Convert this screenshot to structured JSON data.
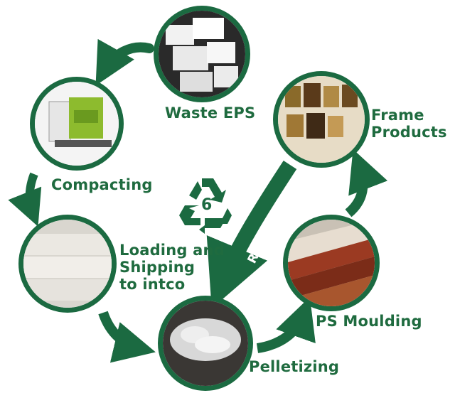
{
  "colors": {
    "primary_green": "#1b6a41",
    "text_green": "#1f6b3f",
    "background": "#ffffff"
  },
  "steps": {
    "waste_eps": "Waste EPS",
    "compacting": "Compacting",
    "loading_line1": "Loading and",
    "loading_line2": "Shipping",
    "loading_line3": "to intco",
    "pelletizing": "Pelletizing",
    "ps_moulding": "PS Moulding",
    "frame_line1": "Frame",
    "frame_line2": "Products"
  },
  "recyclable_label": "Recyclable",
  "recycle_symbol": {
    "icon": "recycling-symbol-icon",
    "number": "6"
  },
  "images": {
    "waste_eps": "eps-foam-pile-photo",
    "compacting": "compactor-machine-photo",
    "loading": "compacted-blocks-photo",
    "pelletizing": "plastic-pellets-photo",
    "ps_moulding": "moulding-profiles-photo",
    "frame": "frame-products-photo"
  }
}
